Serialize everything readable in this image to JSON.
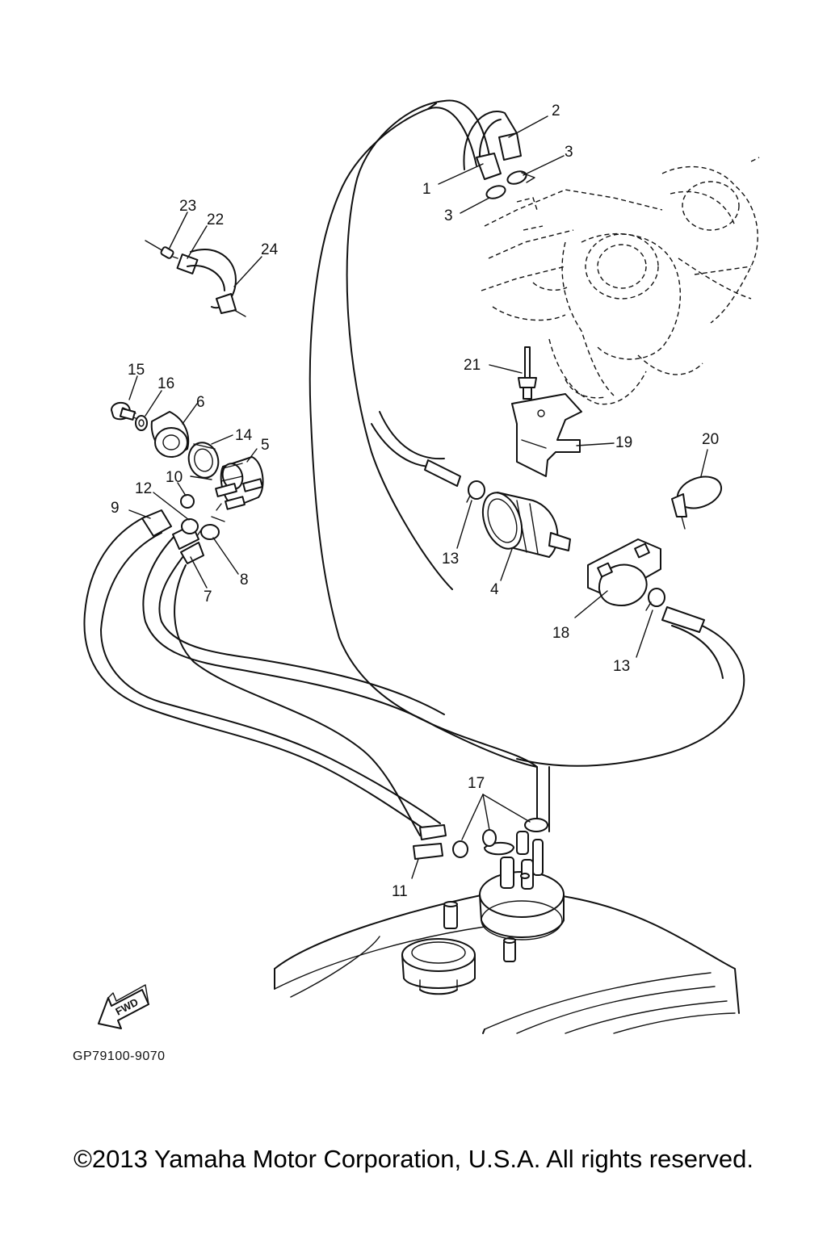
{
  "diagram": {
    "callouts": [
      {
        "id": "c1",
        "label": "1"
      },
      {
        "id": "c2",
        "label": "2"
      },
      {
        "id": "c3a",
        "label": "3"
      },
      {
        "id": "c3b",
        "label": "3"
      },
      {
        "id": "c4",
        "label": "4"
      },
      {
        "id": "c5",
        "label": "5"
      },
      {
        "id": "c6",
        "label": "6"
      },
      {
        "id": "c7",
        "label": "7"
      },
      {
        "id": "c8",
        "label": "8"
      },
      {
        "id": "c9",
        "label": "9"
      },
      {
        "id": "c10",
        "label": "10"
      },
      {
        "id": "c11",
        "label": "11"
      },
      {
        "id": "c12",
        "label": "12"
      },
      {
        "id": "c13a",
        "label": "13"
      },
      {
        "id": "c13b",
        "label": "13"
      },
      {
        "id": "c14",
        "label": "14"
      },
      {
        "id": "c15",
        "label": "15"
      },
      {
        "id": "c16",
        "label": "16"
      },
      {
        "id": "c17",
        "label": "17"
      },
      {
        "id": "c18",
        "label": "18"
      },
      {
        "id": "c19",
        "label": "19"
      },
      {
        "id": "c20",
        "label": "20"
      },
      {
        "id": "c21",
        "label": "21"
      },
      {
        "id": "c22",
        "label": "22"
      },
      {
        "id": "c23",
        "label": "23"
      },
      {
        "id": "c24",
        "label": "24"
      }
    ],
    "fwd_label": "FWD",
    "diagram_code": "GP79100-9070"
  },
  "footer": {
    "copyright": "©2013 Yamaha Motor Corporation, U.S.A. All rights reserved."
  }
}
